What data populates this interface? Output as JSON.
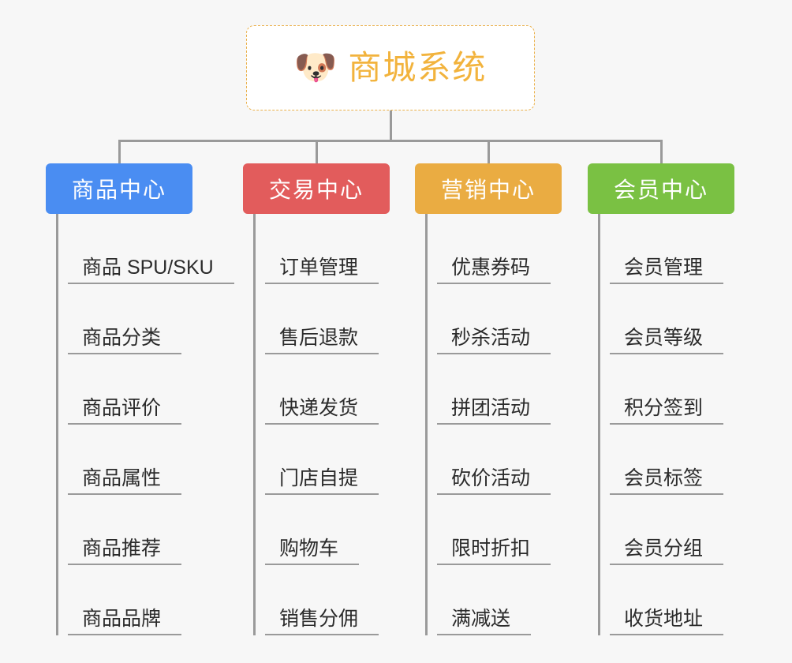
{
  "root": {
    "icon": "shiba-dog-face-emoji",
    "icon_glyph": "🐶",
    "title": "商城系统",
    "title_color": "#f2b33d",
    "border_color": "#eab14c"
  },
  "background_color": "#f7f7f7",
  "connector_color": "#9a9a9a",
  "columns": [
    {
      "header": "商品中心",
      "color": "#4a8df2",
      "items": [
        "商品 SPU/SKU",
        "商品分类",
        "商品评价",
        "商品属性",
        "商品推荐",
        "商品品牌"
      ]
    },
    {
      "header": "交易中心",
      "color": "#e25c5c",
      "items": [
        "订单管理",
        "售后退款",
        "快递发货",
        "门店自提",
        "购物车",
        "销售分佣"
      ]
    },
    {
      "header": "营销中心",
      "color": "#eaac42",
      "items": [
        "优惠券码",
        "秒杀活动",
        "拼团活动",
        "砍价活动",
        "限时折扣",
        "满减送"
      ]
    },
    {
      "header": "会员中心",
      "color": "#7ac143",
      "items": [
        "会员管理",
        "会员等级",
        "积分签到",
        "会员标签",
        "会员分组",
        "收货地址"
      ]
    }
  ]
}
